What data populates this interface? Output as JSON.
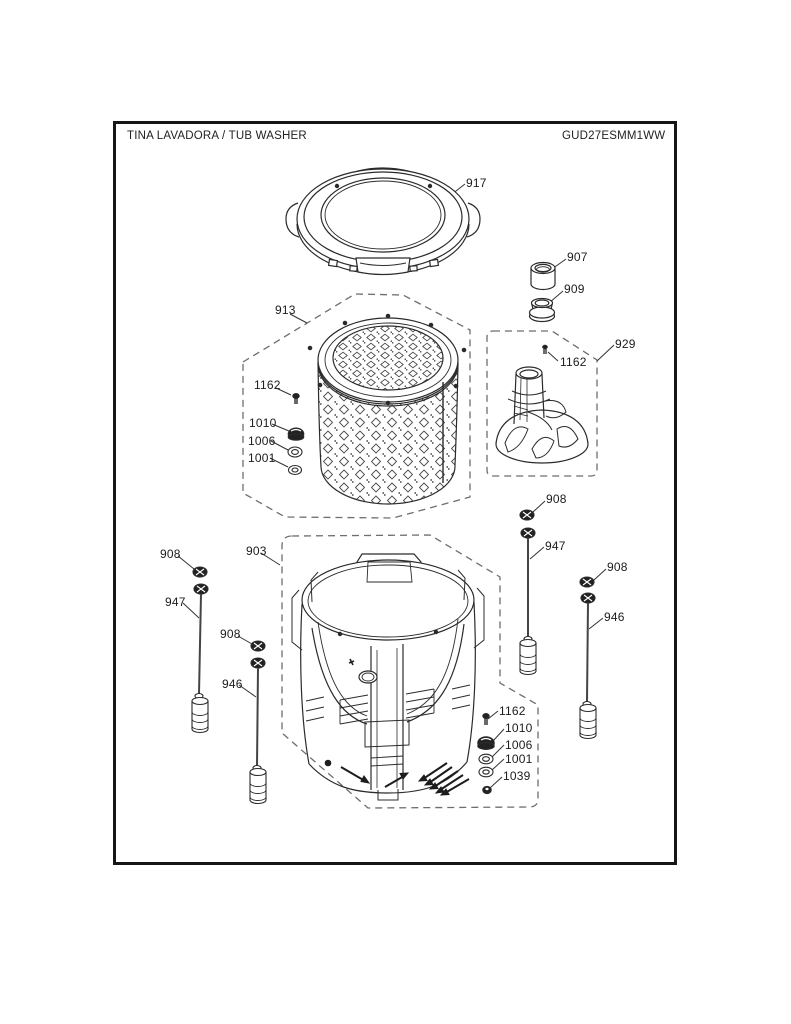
{
  "page": {
    "title": "TINA LAVADORA / TUB WASHER",
    "model": "GUD27ESMM1WW"
  },
  "callouts": [
    {
      "part": "917"
    },
    {
      "part": "907"
    },
    {
      "part": "909"
    },
    {
      "part": "929"
    },
    {
      "part": "1162"
    },
    {
      "part": "913"
    },
    {
      "part": "1162"
    },
    {
      "part": "1010"
    },
    {
      "part": "1006"
    },
    {
      "part": "1001"
    },
    {
      "part": "903"
    },
    {
      "part": "908"
    },
    {
      "part": "947"
    },
    {
      "part": "908"
    },
    {
      "part": "946"
    },
    {
      "part": "908"
    },
    {
      "part": "947"
    },
    {
      "part": "908"
    },
    {
      "part": "946"
    },
    {
      "part": "1162"
    },
    {
      "part": "1010"
    },
    {
      "part": "1006"
    },
    {
      "part": "1001"
    },
    {
      "part": "1039"
    }
  ]
}
